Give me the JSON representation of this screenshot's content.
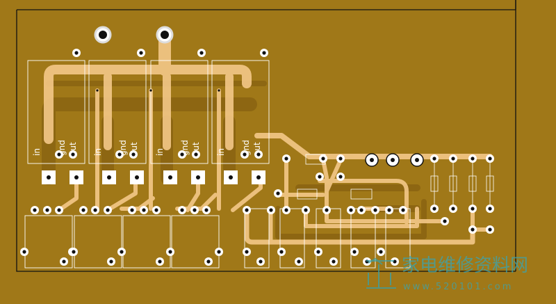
{
  "pcb": {
    "colors": {
      "board": "#a07818",
      "copper_bottom": "#8c6612",
      "trace": "#f4c888",
      "silkscreen": "#ffffff",
      "drill": "#111111",
      "outline": "#111111"
    },
    "regulators": [
      {
        "in": "in",
        "gnd": "gnd",
        "out": "out"
      },
      {
        "in": "in",
        "gnd": "gnd",
        "out": "out"
      },
      {
        "in": "in",
        "gnd": "gnd",
        "out": "out"
      },
      {
        "in": "in",
        "gnd": "gnd",
        "out": "out"
      }
    ]
  },
  "watermark": {
    "title": "家电维修资料网",
    "url": "www.520101.com"
  }
}
